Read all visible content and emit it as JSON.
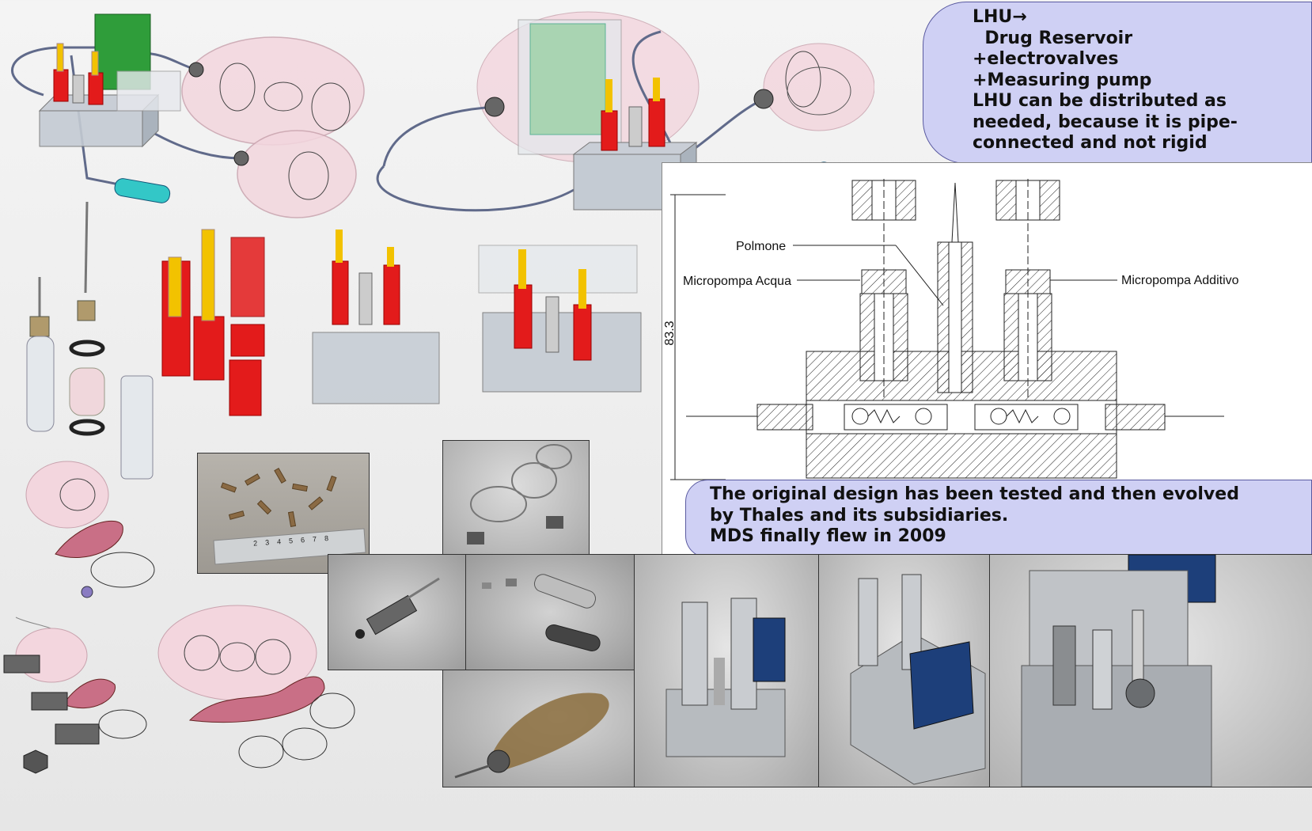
{
  "callout_top": {
    "lines": [
      "LHU→",
      "  Drug Reservoir",
      "+electrovalves",
      "+Measuring pump",
      "LHU can be distributed as",
      "needed, because it is pipe-",
      "connected and not rigid"
    ]
  },
  "callout_bottom": {
    "lines": [
      "The original design has been tested and then evolved",
      "by Thales and its subsidiaries.",
      "MDS finally flew in 2009"
    ]
  },
  "drawing": {
    "label_polmone": "Polmone",
    "label_micropompa_acqua": "Micropompa Acqua",
    "label_micropompa_additivo": "Micropompa Additivo",
    "dimension": "83.3"
  },
  "ruler": {
    "numbers": [
      "2",
      "3",
      "4",
      "5",
      "6",
      "7",
      "8"
    ]
  },
  "colors": {
    "callout_fill": "#cfd0f4",
    "bellows_red": "#e31b1b",
    "plunger_yellow": "#f2c200",
    "balloon_pink": "#f3d6de",
    "pcb_green": "#2f9d3a"
  }
}
